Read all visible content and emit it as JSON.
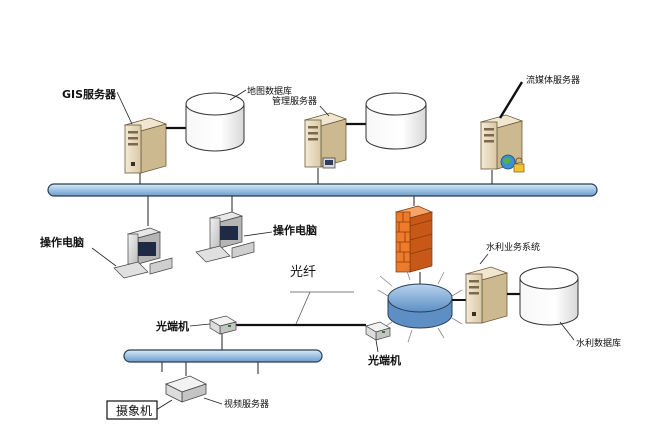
{
  "labels": {
    "gis_server": "GIS服务器",
    "map_database": "地图数据库",
    "management_server": "管理服务器",
    "streaming_server": "流媒体服务器",
    "operator_pc_left": "操作电脑",
    "operator_pc_right": "操作电脑",
    "water_business_system": "水利业务系统",
    "water_database": "水利数据库",
    "optical_fiber": "光纤",
    "optical_terminal_left": "光端机",
    "optical_terminal_right": "光端机",
    "video_server": "视频服务器",
    "camera": "摄象机"
  },
  "colors": {
    "bus_blue": "#9ec4e6",
    "bus_outline": "#2a3d55",
    "server_beige": "#e9dcc2",
    "firewall_orange": "#ef7a2a",
    "hub_blue": "#7aa8d8",
    "line_dark": "#222222"
  },
  "icons": [
    "server-icon",
    "database-cylinder-icon",
    "workstation-icon",
    "firewall-icon",
    "hub-icon",
    "optical-terminal-icon",
    "video-server-icon",
    "globe-icon",
    "lock-icon"
  ]
}
